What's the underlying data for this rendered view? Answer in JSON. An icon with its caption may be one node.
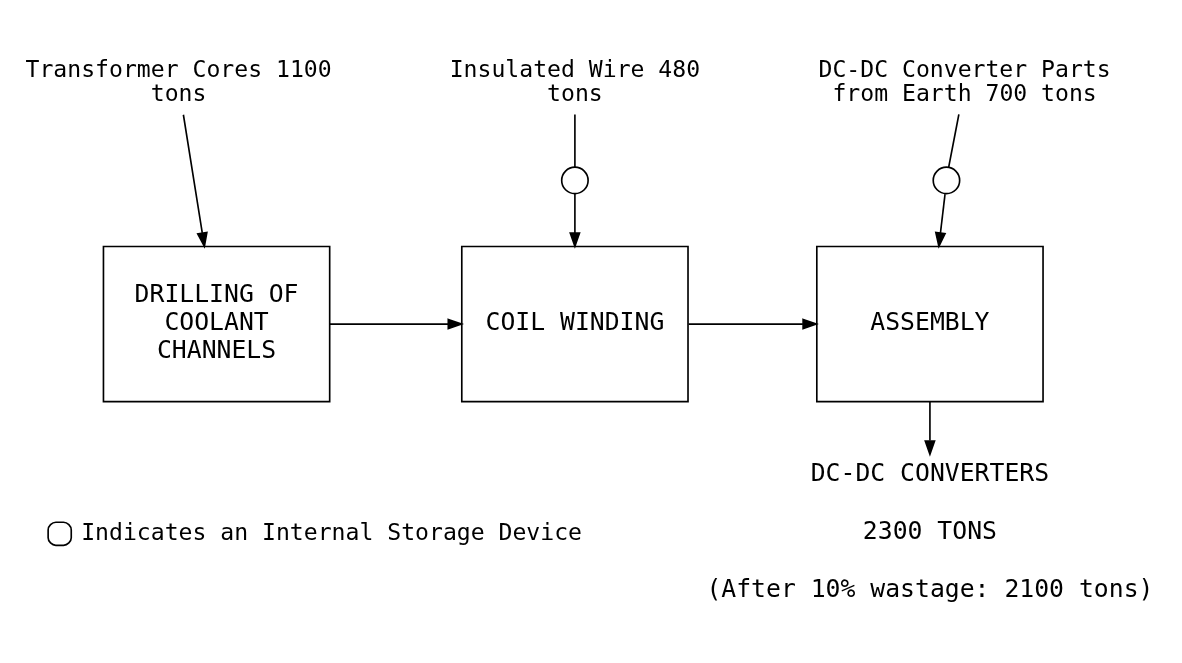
{
  "diagram": {
    "nodes": [
      {
        "text": [
          "Transformer Cores 1100 tons"
        ]
      },
      {
        "text": [
          "Insulated Wire 480 tons"
        ]
      },
      {
        "text": [
          "DC-DC Converter Parts from Earth 700 tons"
        ]
      },
      {
        "text": [
          "DRILLING OF COOLANT CHANNELS"
        ]
      },
      {
        "text": [
          "COIL WINDING"
        ]
      },
      {
        "text": [
          "ASSEMBLY"
        ]
      },
      {
        "text": [],
        "shape": "circle"
      },
      {
        "text": [],
        "shape": "circle"
      },
      {
        "text": [
          "DC-DC CONVERTERS",
          "2300 TONS",
          "(After 10% wastage: 2100 tons)"
        ]
      }
    ],
    "edges": [
      {
        "from": 0,
        "to": 3,
        "arrow": "to"
      },
      {
        "from": 1,
        "to": 6,
        "arrow": "none"
      },
      {
        "from": 6,
        "to": 4,
        "arrow": "to"
      },
      {
        "from": 2,
        "to": 7,
        "arrow": "none"
      },
      {
        "from": 7,
        "to": 5,
        "arrow": "to"
      },
      {
        "from": 3,
        "to": 4,
        "arrow": "to"
      },
      {
        "from": 4,
        "to": 5,
        "arrow": "to"
      },
      {
        "from": 5,
        "to": 8,
        "arrow": "to"
      }
    ],
    "legend": [
      {
        "text": "Indicates an Internal Storage Device"
      }
    ]
  }
}
